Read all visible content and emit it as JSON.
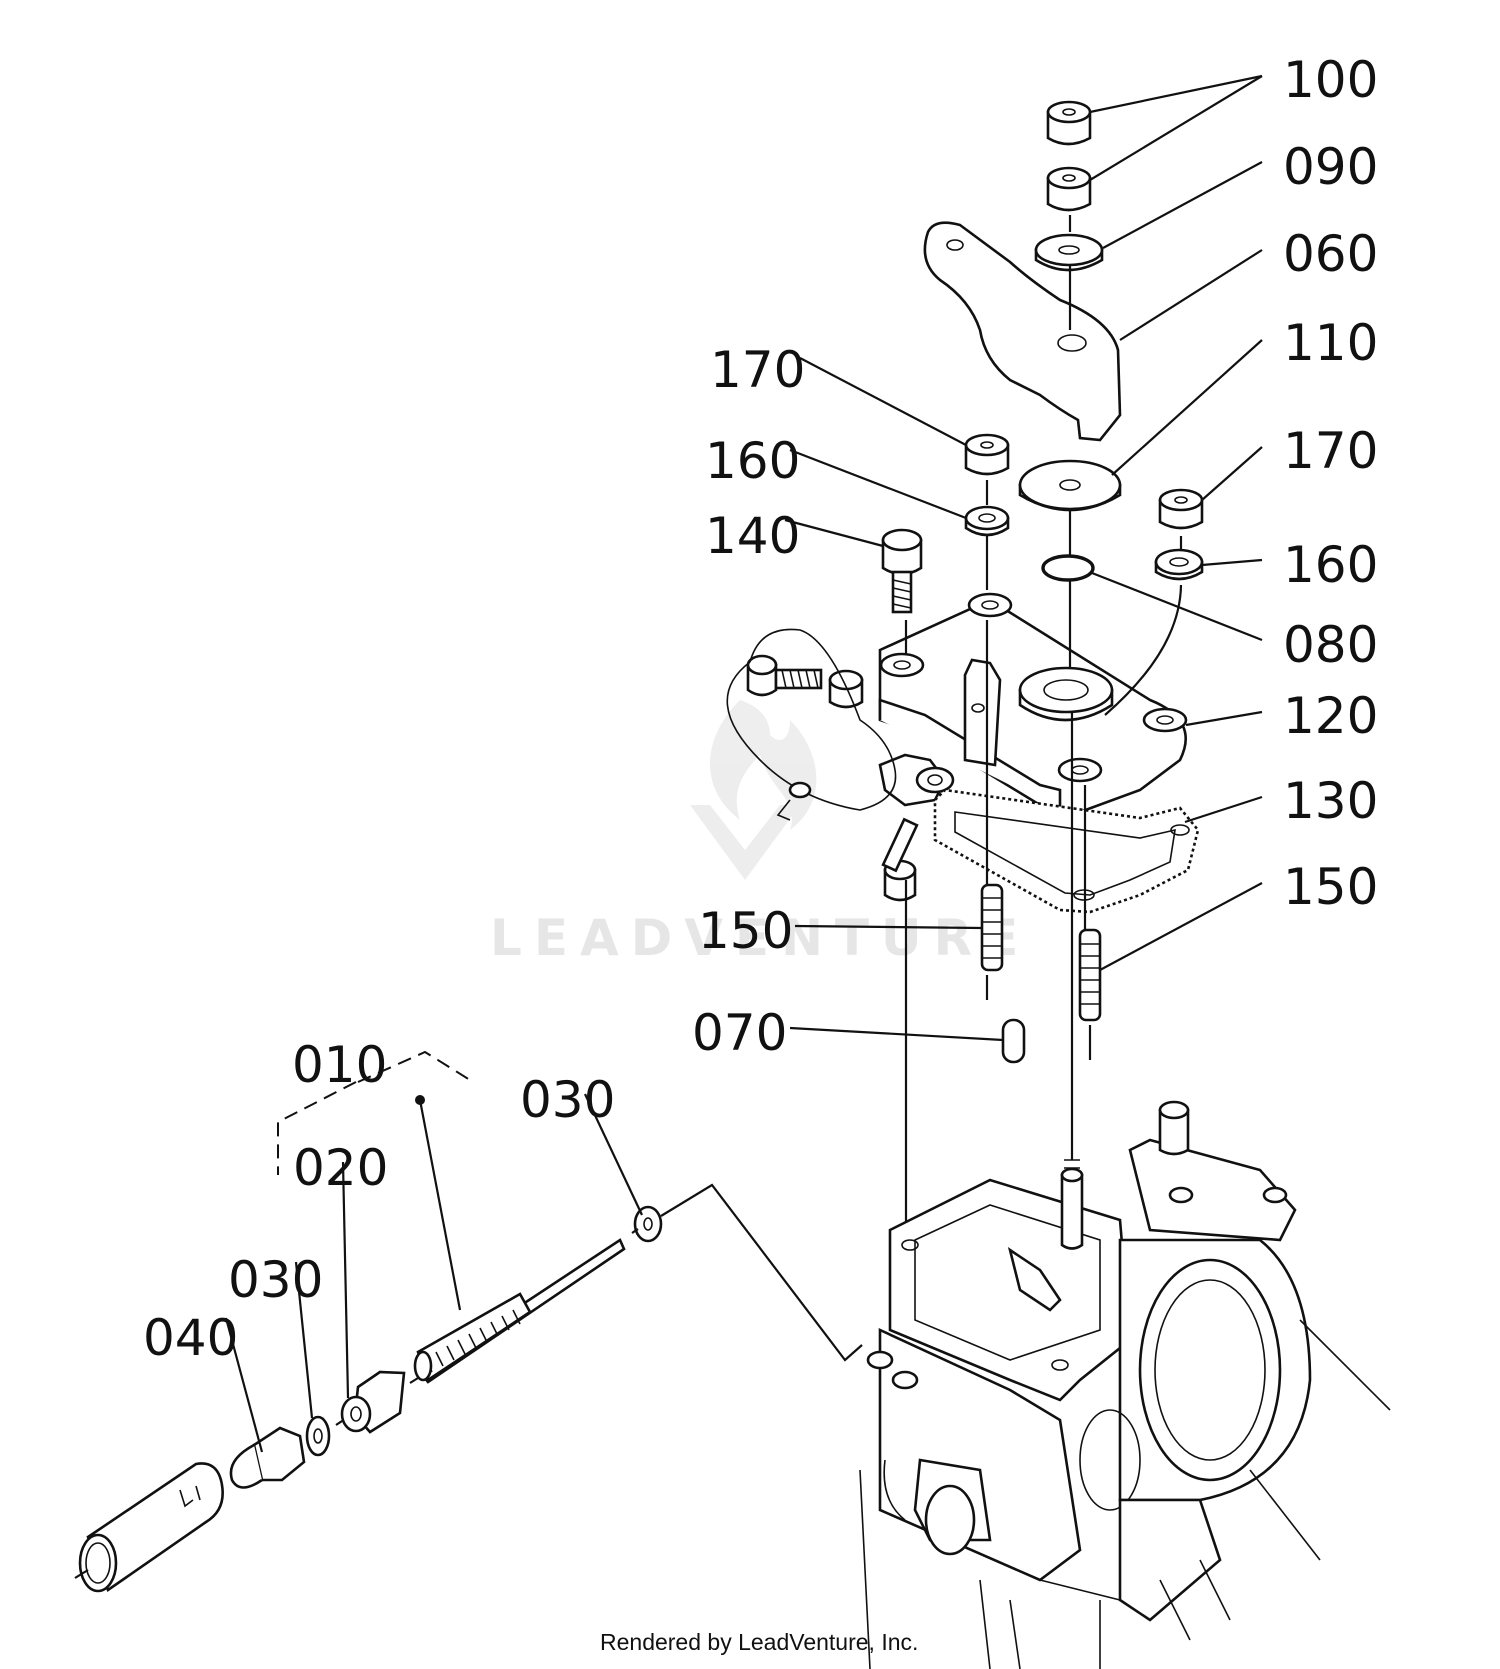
{
  "diagram": {
    "part_labels": {
      "p100": "100",
      "p090": "090",
      "p060": "060",
      "p110": "110",
      "p170a": "170",
      "p170b": "170",
      "p160a": "160",
      "p160b": "160",
      "p140": "140",
      "p080": "080",
      "p120": "120",
      "p130": "130",
      "p150a": "150",
      "p150b": "150",
      "p070": "070",
      "p010": "010",
      "p020": "020",
      "p030a": "030",
      "p030b": "030",
      "p040": "040"
    },
    "watermark": "LEADVENTURE",
    "footer": "Rendered by LeadVenture, Inc."
  }
}
